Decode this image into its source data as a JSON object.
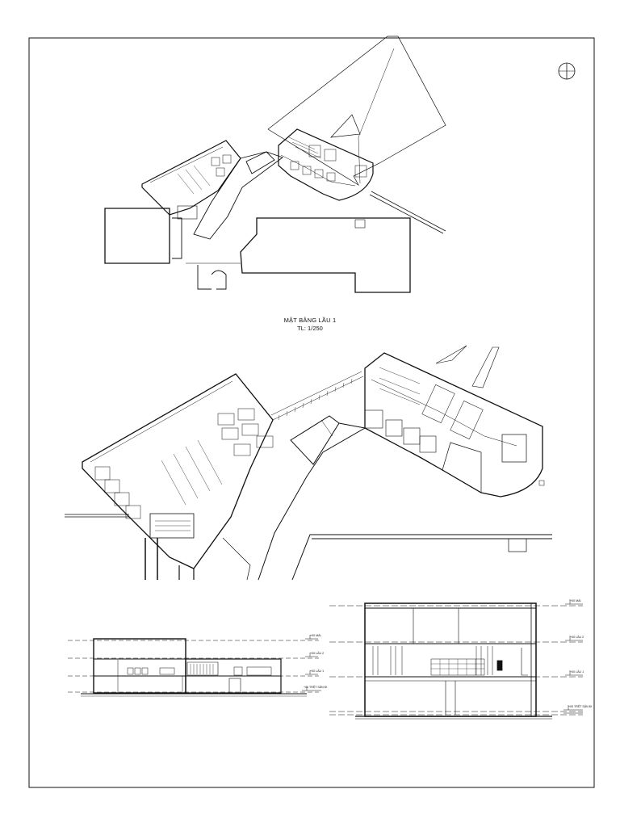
{
  "sheet": {
    "plan_title": "MẶT BẰNG LẦU 1",
    "plan_scale": "TL: 1/250"
  },
  "section_left": {
    "levels": [
      "+00 MÁI",
      "+00 LẦU 2",
      "+00 LẦU 1",
      "+00 TRỆT SÂN ĐI"
    ]
  },
  "section_right": {
    "levels": [
      "+00 MÁI",
      "+00 LẦU 2",
      "+00 LẦU 1",
      "+00 TRỆT SÂN ĐI"
    ]
  },
  "colors": {
    "line": "#111111",
    "paper": "#ffffff"
  }
}
